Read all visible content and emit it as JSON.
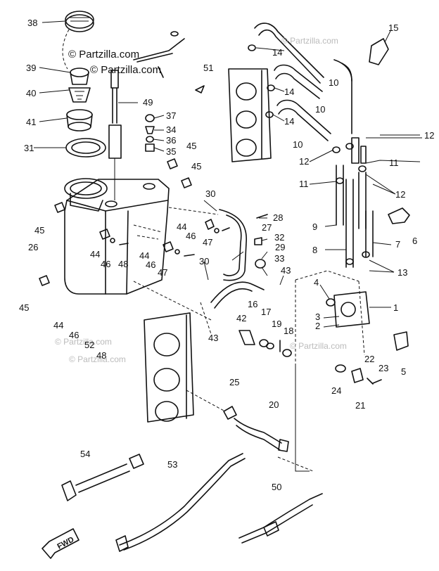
{
  "watermark": {
    "main": "© Partzilla.com",
    "faint": [
      "© Partzilla.com",
      "© Partzilla.com",
      "© Partzilla.com",
      "© Partzilla.com"
    ]
  },
  "direction_label": "FWD",
  "callouts": {
    "c1": "1",
    "c2": "2",
    "c3": "3",
    "c4": "4",
    "c5": "5",
    "c6": "6",
    "c7": "7",
    "c8": "8",
    "c9": "9",
    "c10a": "10",
    "c10b": "10",
    "c10c": "10",
    "c11a": "11",
    "c11b": "11",
    "c12a": "12",
    "c12b": "12",
    "c12c": "12",
    "c13": "13",
    "c14a": "14",
    "c14b": "14",
    "c14c": "14",
    "c15": "15",
    "c16": "16",
    "c17": "17",
    "c18": "18",
    "c19": "19",
    "c20": "20",
    "c21": "21",
    "c22": "22",
    "c23": "23",
    "c24": "24",
    "c25": "25",
    "c26": "26",
    "c27": "27",
    "c28": "28",
    "c29": "29",
    "c30a": "30",
    "c30b": "30",
    "c31": "31",
    "c32": "32",
    "c33": "33",
    "c34": "34",
    "c35": "35",
    "c36": "36",
    "c37": "37",
    "c38": "38",
    "c39": "39",
    "c40": "40",
    "c41": "41",
    "c42": "42",
    "c43a": "43",
    "c43b": "43",
    "c44a": "44",
    "c44b": "44",
    "c44c": "44",
    "c44d": "44",
    "c45a": "45",
    "c45b": "45",
    "c45c": "45",
    "c45d": "45",
    "c46a": "46",
    "c46b": "46",
    "c46c": "46",
    "c46d": "46",
    "c47a": "47",
    "c47b": "47",
    "c48a": "48",
    "c48b": "48",
    "c49": "49",
    "c50": "50",
    "c51": "51",
    "c52": "52",
    "c53": "53",
    "c54": "54"
  }
}
